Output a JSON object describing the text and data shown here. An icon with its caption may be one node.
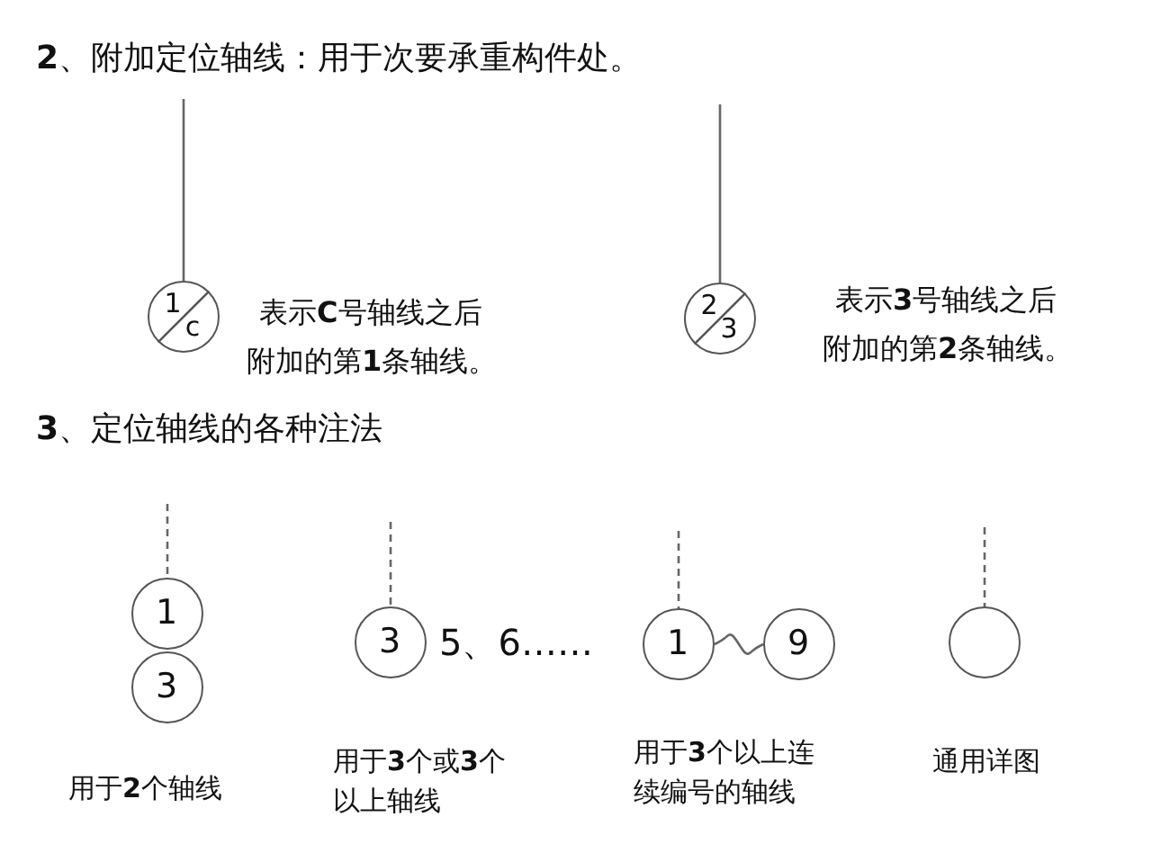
{
  "diagram": {
    "nodes": [
      {
        "text": [
          "1",
          "c"
        ],
        "beside": [
          "表示**C**号轴线之后附加的第**1**条轴线。"
        ]
      },
      {
        "text": [
          "2",
          "3"
        ],
        "beside": [
          "表示**3**号轴线之后附加的第**2**条轴线。"
        ]
      },
      {
        "text": [
          "1"
        ]
      },
      {
        "text": [
          "3"
        ]
      },
      {
        "text": [
          "3"
        ],
        "beside": [
          "5、6……"
        ]
      },
      {
        "text": [
          "1"
        ]
      },
      {
        "text": [
          "9"
        ]
      },
      {
        "text": [],
        "shape": "circle"
      }
    ],
    "edges": [
      {
        "from": null,
        "to": 0,
        "arrow": "none"
      },
      {
        "from": null,
        "to": 1,
        "arrow": "none"
      },
      {
        "from": null,
        "to": 2,
        "arrow": "none",
        "style": "dashed"
      },
      {
        "from": null,
        "to": 4,
        "arrow": "none",
        "style": "dashed"
      },
      {
        "from": null,
        "to": 5,
        "arrow": "none",
        "style": "dashed"
      },
      {
        "from": null,
        "to": 7,
        "arrow": "none",
        "style": "dashed"
      },
      {
        "from": 5,
        "to": 6,
        "arrow": "none"
      }
    ],
    "labels": [
      "**2**、附加定位轴线：用于次要承重构件处。",
      "**3**、定位轴线的各种注法",
      "用于**2**个轴线",
      "用于**3**个或**3**个以上轴线",
      "用于**3**个以上连续编号的轴线",
      "通用详图"
    ]
  }
}
